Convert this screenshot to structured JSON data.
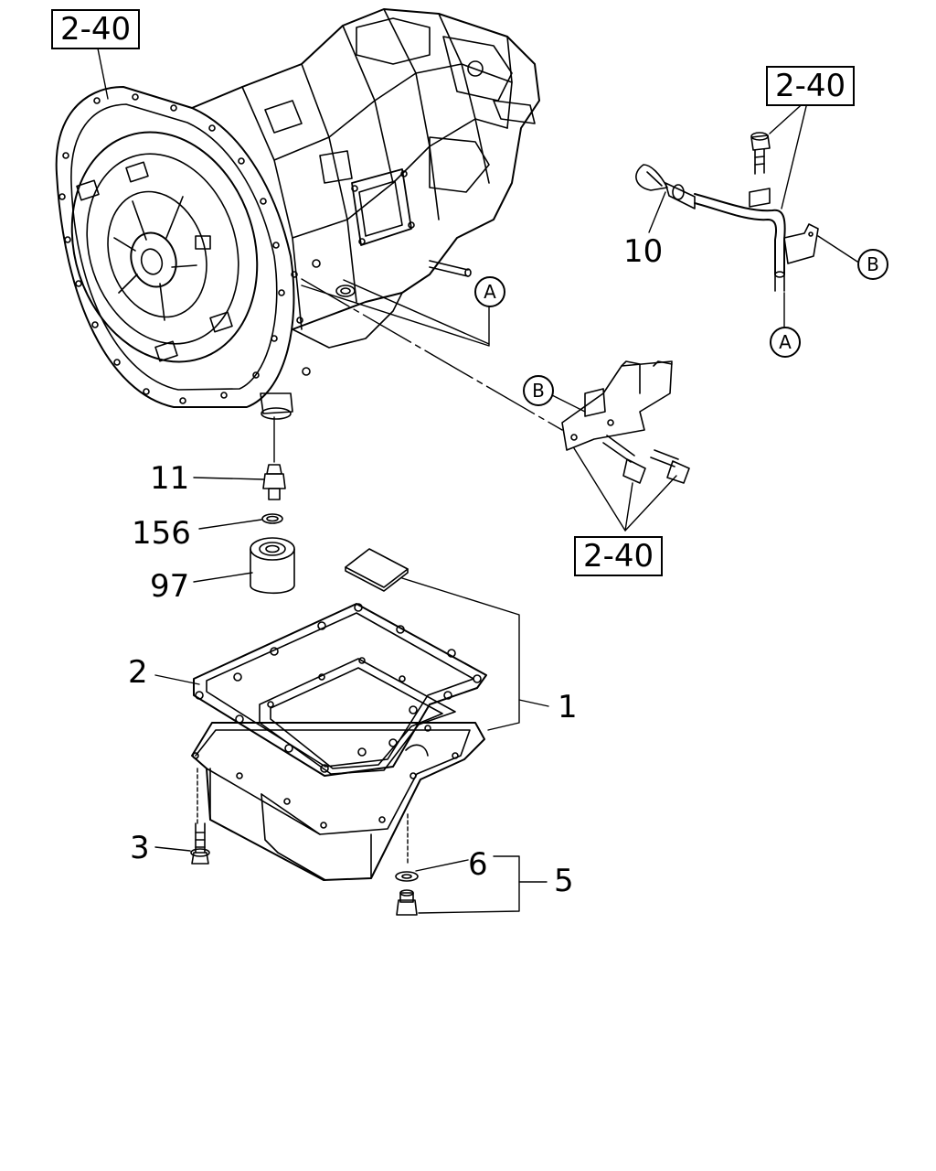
{
  "refs": {
    "ref_top_left": "2-40",
    "ref_top_right": "2-40",
    "ref_mid_right": "2-40"
  },
  "callouts": {
    "a_upper": "A",
    "a_lower": "A",
    "b_right": "B",
    "b_bracket": "B"
  },
  "parts": {
    "p1": "1",
    "p2": "2",
    "p3": "3",
    "p5": "5",
    "p6": "6",
    "p10": "10",
    "p11": "11",
    "p156": "156",
    "p97": "97"
  }
}
